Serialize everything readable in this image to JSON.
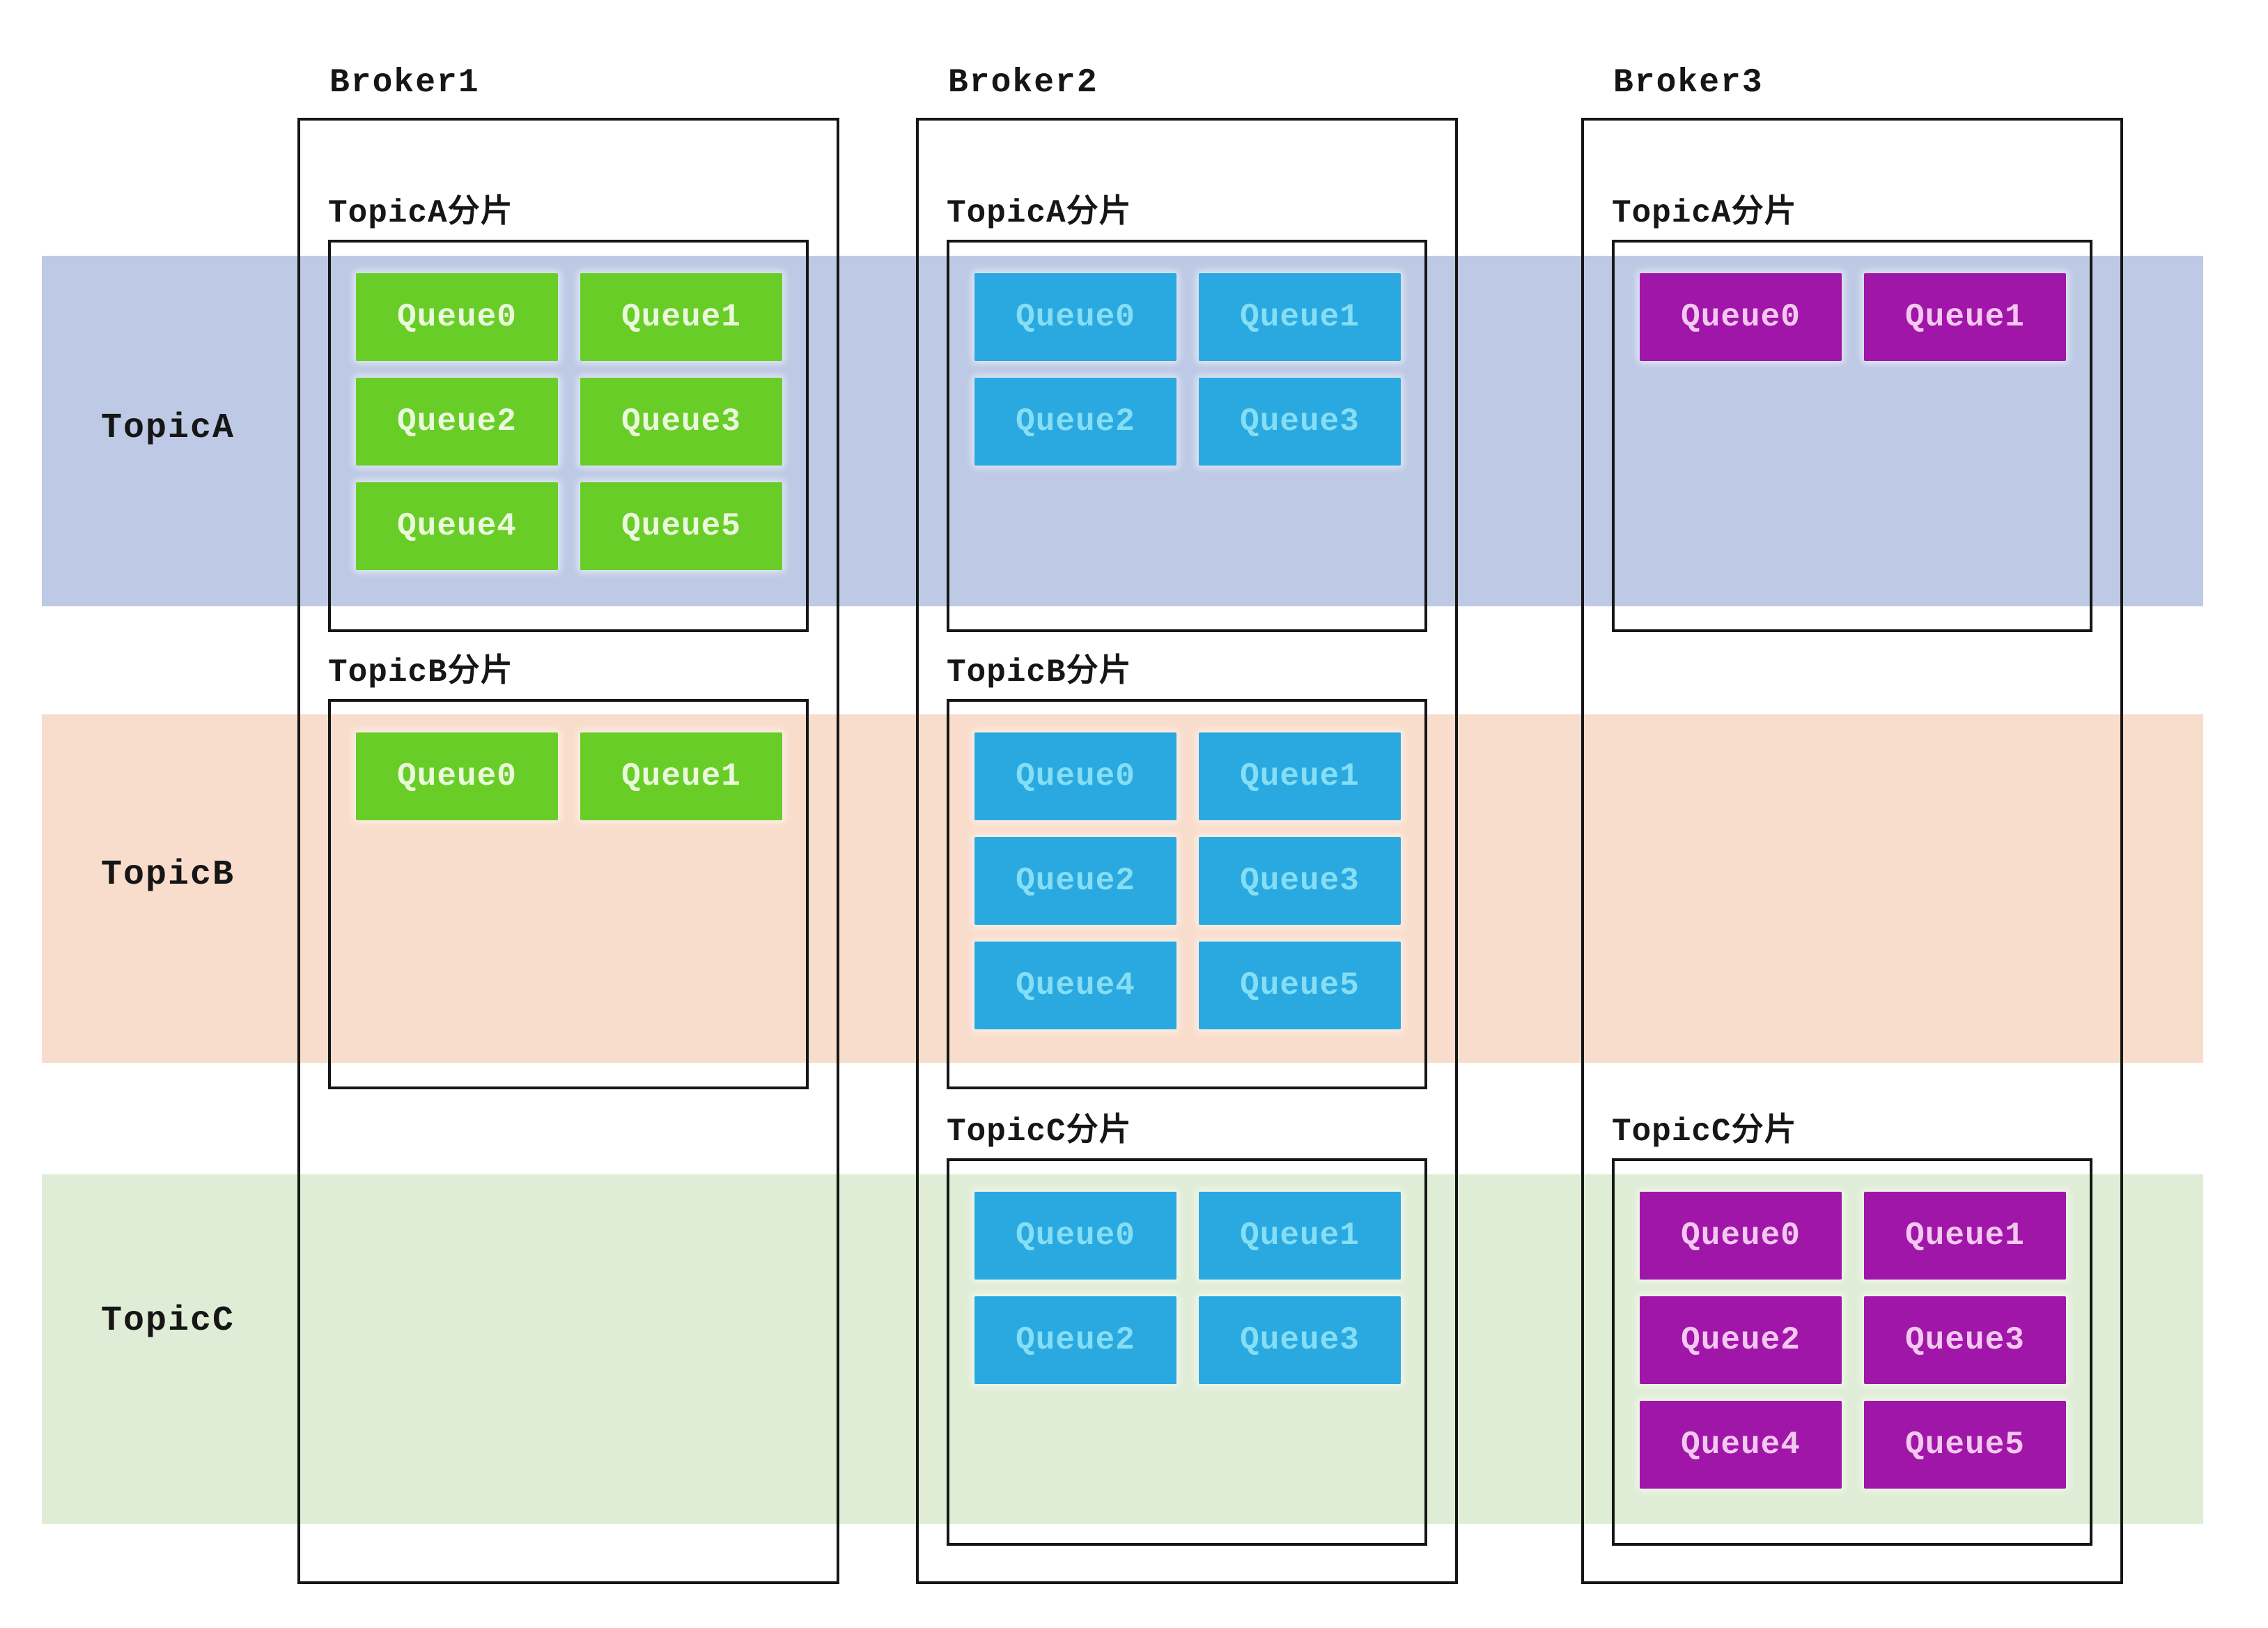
{
  "topics": [
    {
      "label": "TopicA",
      "band_color": "#BDC9E5"
    },
    {
      "label": "TopicB",
      "band_color": "#F9DDCC"
    },
    {
      "label": "TopicC",
      "band_color": "#E0EDD6"
    }
  ],
  "queue_palette": {
    "green": "#69CD28",
    "blue": "#2AA9E1",
    "purple": "#A016A8"
  },
  "brokers": [
    {
      "name": "Broker1",
      "shards": [
        {
          "label": "TopicA分片",
          "queues": [
            "Queue0",
            "Queue1",
            "Queue2",
            "Queue3",
            "Queue4",
            "Queue5"
          ]
        },
        {
          "label": "TopicB分片",
          "queues": [
            "Queue0",
            "Queue1"
          ]
        }
      ]
    },
    {
      "name": "Broker2",
      "shards": [
        {
          "label": "TopicA分片",
          "queues": [
            "Queue0",
            "Queue1",
            "Queue2",
            "Queue3"
          ]
        },
        {
          "label": "TopicB分片",
          "queues": [
            "Queue0",
            "Queue1",
            "Queue2",
            "Queue3",
            "Queue4",
            "Queue5"
          ]
        },
        {
          "label": "TopicC分片",
          "queues": [
            "Queue0",
            "Queue1",
            "Queue2",
            "Queue3"
          ]
        }
      ]
    },
    {
      "name": "Broker3",
      "shards": [
        {
          "label": "TopicA分片",
          "queues": [
            "Queue0",
            "Queue1"
          ]
        },
        {
          "label": "TopicC分片",
          "queues": [
            "Queue0",
            "Queue1",
            "Queue2",
            "Queue3",
            "Queue4",
            "Queue5"
          ]
        }
      ]
    }
  ]
}
